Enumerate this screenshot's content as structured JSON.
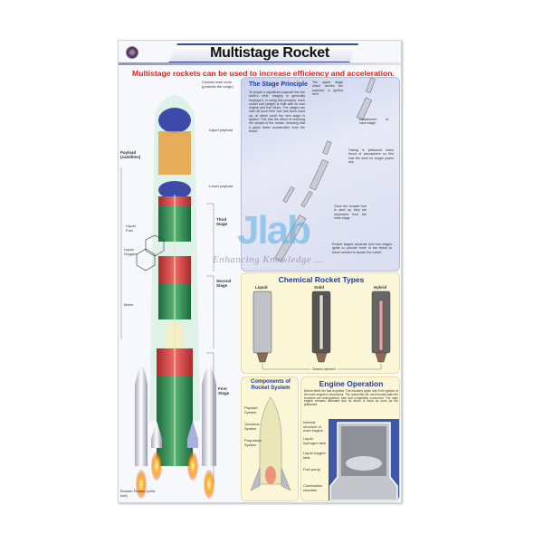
{
  "header": {
    "title": "Multistage Rocket",
    "subtitle": "Multistage rockets can be used to increase efficiency and acceleration."
  },
  "rocket_labels": {
    "nose_cone": "Conical nose cone (protects the cargo)",
    "upper_payload": "Upper payload",
    "payload": "Payload (satellites)",
    "lower_payload": "Lower payload",
    "third_stage": "Third Stage",
    "liquid_fuel": "Liquid Fuel",
    "liquid_oxygen": "Liquid Oxygen",
    "second_stage": "Second Stage",
    "motor": "Motor",
    "first_stage": "First Stage",
    "booster": "Booster Rocket (solid fuel)"
  },
  "stage_principle": {
    "title": "The Stage Principle",
    "body": "To propel a significant payload into the earth's orbit, staging is generally employed. In using this principle, each rocket unit (stage) is built with its own engine and fuel tanks. The stages are cast off once their fuel has been used up, at which point the next stage is ignited. This has the effect of reducing the weight of the rocket, meaning that it gains faster acceleration from the thrust.",
    "notes": [
      "The upper stage which carries the payload, is ignited next.",
      "Detachment of each stage.",
      "Fairing is jettisoned when thrust of atmosphere so thin that the wind no longer poses any",
      "Once the booster fuel is used up, they are separated from the main stage.",
      "Rocket stages separate and new stages ignite to provide more of the thrust to travel needed to launch the rocket."
    ]
  },
  "chemical_types": {
    "title": "Chemical Rocket Types",
    "types": [
      "Liquid",
      "Solid",
      "Hybrid"
    ],
    "caption": "Gases ejected"
  },
  "components": {
    "title": "Components of Rocket System",
    "items": [
      "Payload System",
      "Guidance System",
      "Propulsion System"
    ]
  },
  "engine": {
    "title": "Engine Operation",
    "body": "Before liftoff, the fuel is ignited. The boosters ignite only if the ignition of the main engine is successful. The rocket lifts off, and minutes later the boosters are extinguished, their fuel completely consumed. The main engine remains activated and its thrust is used as soon as the jettisoned.",
    "labels": [
      "Internal structure of main engine",
      "Liquid hydrogen tank",
      "Liquid oxygen tank",
      "Fuel pump",
      "Combustion chamber"
    ]
  },
  "watermark": {
    "brand": "Jlab",
    "tagline": "Enhancing Knowledge ..."
  },
  "colors": {
    "title_red": "#e0261e",
    "panel_title_blue": "#1f3c9a",
    "stage_panel": "#dfe3f4",
    "yellow_panel": "#fbf6d5"
  }
}
